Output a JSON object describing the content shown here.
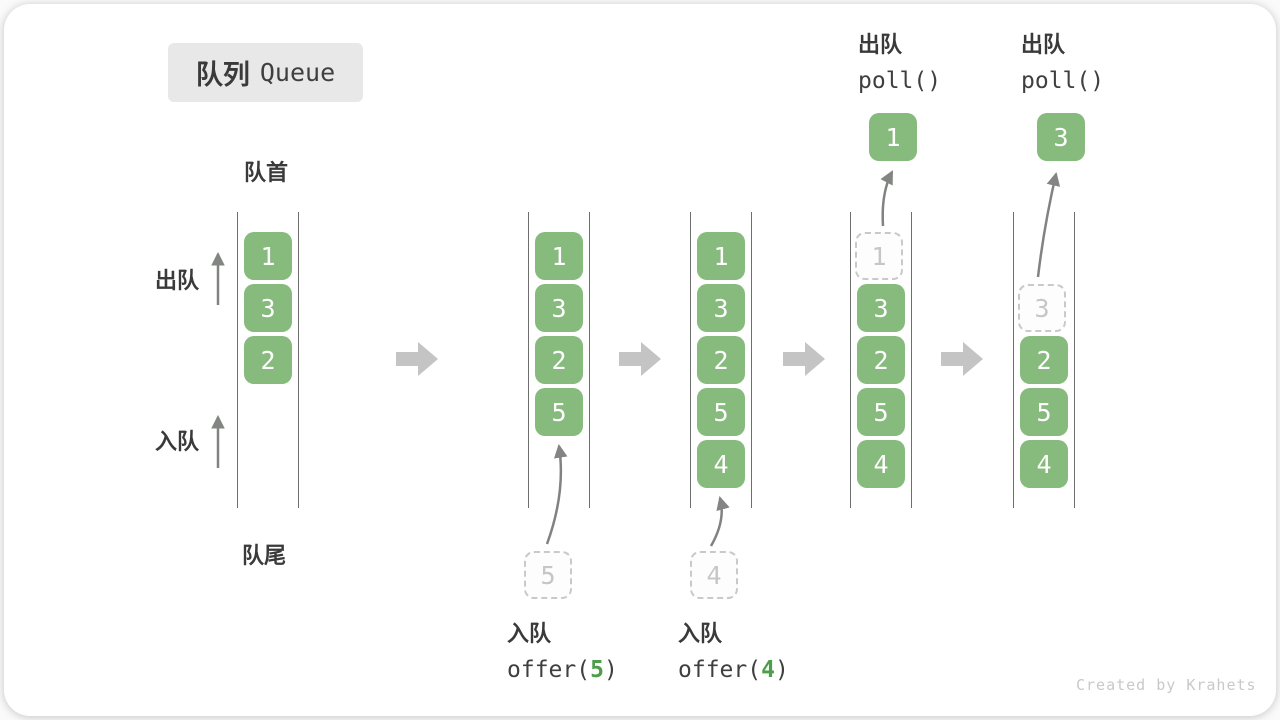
{
  "page": {
    "title_zh": "队列",
    "title_en": "Queue",
    "watermark": "Created by Krahets"
  },
  "labels": {
    "queue_front": "队首",
    "queue_rear": "队尾",
    "dequeue_side": "出队",
    "enqueue_side": "入队"
  },
  "operations": {
    "enqueue5": {
      "label": "入队",
      "code_prefix": "offer(",
      "arg": "5",
      "code_suffix": ")"
    },
    "enqueue4": {
      "label": "入队",
      "code_prefix": "offer(",
      "arg": "4",
      "code_suffix": ")"
    },
    "dequeue1": {
      "label": "出队",
      "code": "poll()"
    },
    "dequeue2": {
      "label": "出队",
      "code": "poll()"
    }
  },
  "queues": {
    "q1": {
      "items": [
        "1",
        "3",
        "2"
      ]
    },
    "q2": {
      "items": [
        "1",
        "3",
        "2",
        "5"
      ],
      "incoming": "5"
    },
    "q3": {
      "items": [
        "1",
        "3",
        "2",
        "5",
        "4"
      ],
      "incoming": "4"
    },
    "q4": {
      "removed": "1",
      "items": [
        "3",
        "2",
        "5",
        "4"
      ],
      "popped": "1"
    },
    "q5": {
      "removed": "3",
      "items": [
        "2",
        "5",
        "4"
      ],
      "popped": "3"
    }
  },
  "colors": {
    "cell_green": "#87ba7d",
    "code_arg_green": "#4d9e4a",
    "block_arrow_gray": "#c4c4c4",
    "curve_arrow_gray": "#828282",
    "dashed_gray": "#c9c9c9",
    "title_badge_bg": "#e8e8e8",
    "text_dark": "#3a3a3a"
  }
}
